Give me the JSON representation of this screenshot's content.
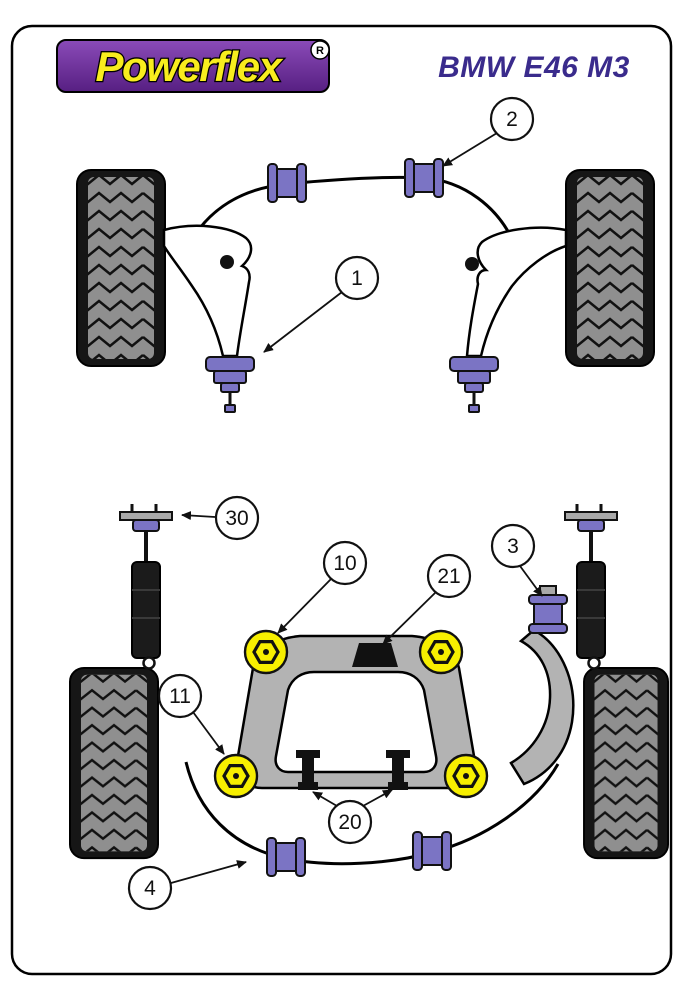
{
  "header": {
    "logo_text": "Powerflex",
    "registered_letter": "R",
    "title": "BMW E46 M3"
  },
  "callouts": {
    "c1": "1",
    "c2": "2",
    "c3": "3",
    "c4": "4",
    "c10": "10",
    "c11": "11",
    "c20": "20",
    "c21": "21",
    "c30": "30"
  },
  "colors": {
    "bush_purple": "#7b74c4",
    "bush_yellow": "#f7ef00",
    "logo_purple": "#6a2d96",
    "title_purple": "#3a2b8c",
    "subframe_gray": "#b3b3b3"
  }
}
